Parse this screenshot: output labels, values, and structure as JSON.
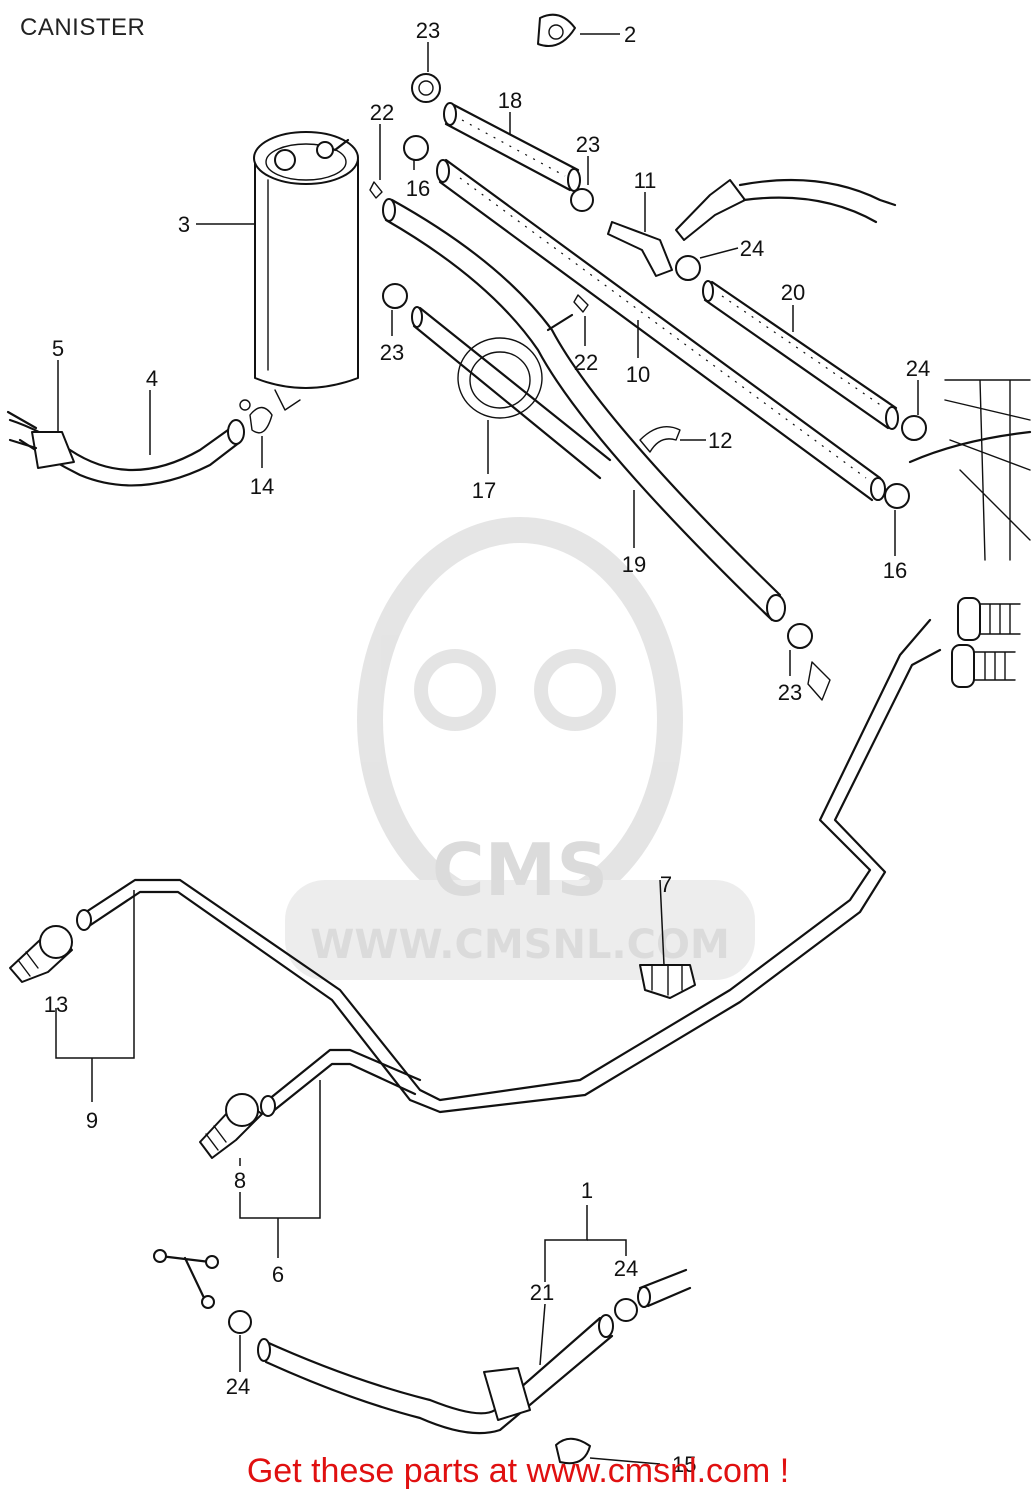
{
  "title": "CANISTER",
  "watermark": {
    "brand": "CMS",
    "url": "WWW.CMSNL.COM",
    "color": "#d8d8d8"
  },
  "footer": {
    "text": "Get these parts at www.cmsnl.com !",
    "color": "#e01010"
  },
  "part_labels": [
    "1",
    "2",
    "3",
    "4",
    "5",
    "6",
    "7",
    "8",
    "9",
    "10",
    "11",
    "12",
    "13",
    "14",
    "15",
    "16",
    "16",
    "17",
    "18",
    "19",
    "20",
    "21",
    "22",
    "22",
    "23",
    "23",
    "23",
    "23",
    "24",
    "24",
    "24",
    "24"
  ]
}
